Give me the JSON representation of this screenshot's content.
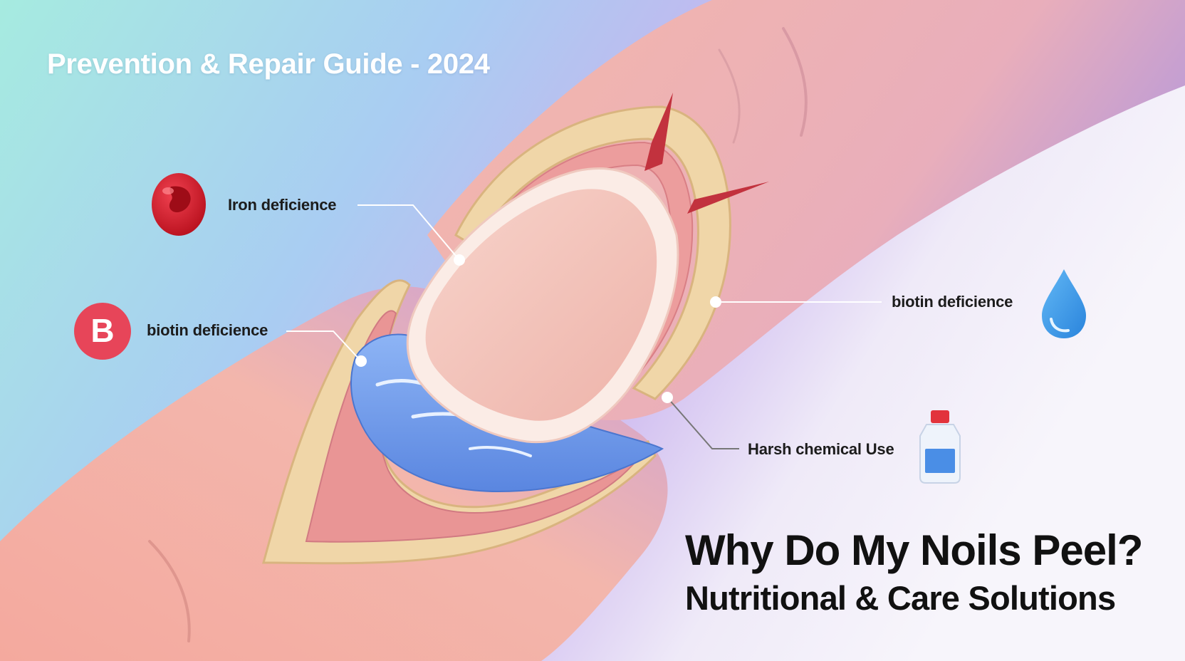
{
  "header": {
    "guide_title": "Prevention & Repair Guide - 2024"
  },
  "callouts": {
    "iron": "Iron deficience",
    "biotin_left": "biotin deficience",
    "biotin_right": "biotin deficience",
    "harsh": "Harsh chemical Use"
  },
  "badge": {
    "letter": "B"
  },
  "footer": {
    "title": "Why Do My Noils Peel?",
    "subtitle": "Nutritional & Care Solutions"
  },
  "colors": {
    "background_left": "#a9e8e0",
    "background_right": "#f6f4fb",
    "skin": "#f3b2a6",
    "nail": "#f4c9bf",
    "nail_bed_fluid": "#6e98ea",
    "blood_red": "#d31f2c",
    "badge_red": "#e74559",
    "water_drop": "#3d9be8",
    "bottle_cap": "#e2333c"
  }
}
